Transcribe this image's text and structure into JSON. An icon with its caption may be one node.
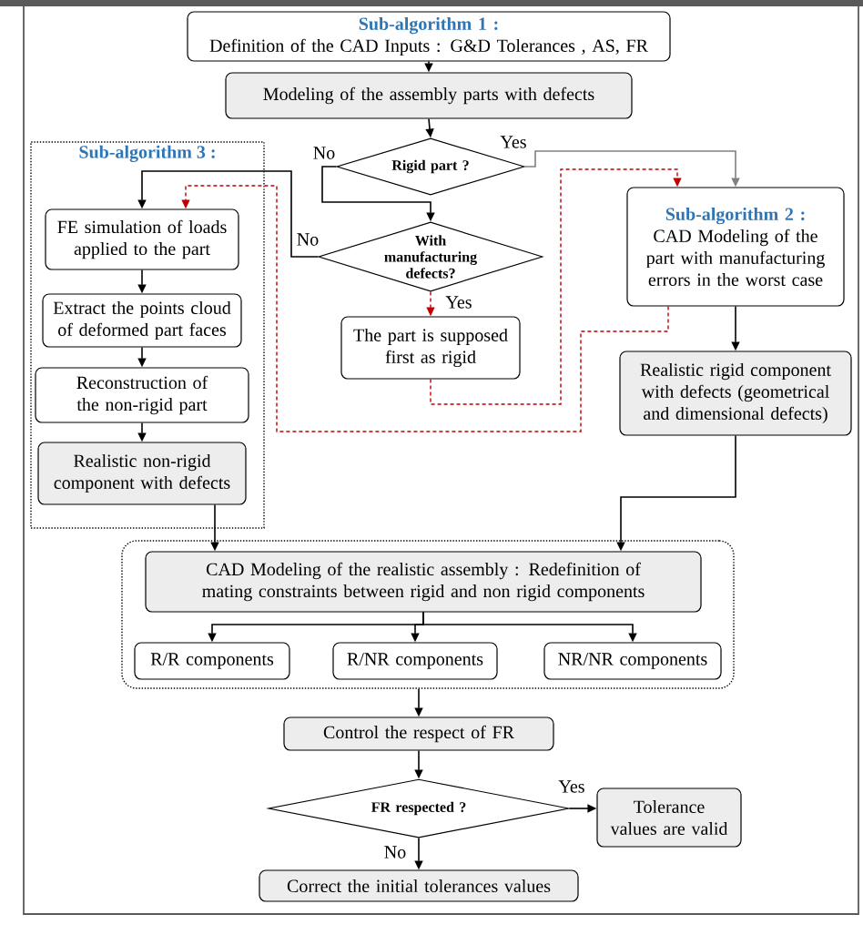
{
  "diagram": {
    "nodes": [
      {
        "text": [
          "Sub-algorithm 1 :",
          "Definition of the CAD Inputs : G&D Tolerances , AS, FR"
        ]
      },
      {
        "text": [
          "Modeling of the assembly parts with defects"
        ]
      },
      {
        "text": [
          "Rigid part ?"
        ]
      },
      {
        "text": [
          "Sub-algorithm 3 :"
        ]
      },
      {
        "text": [
          "FE simulation of loads applied to the part"
        ],
        "in": 3
      },
      {
        "text": [
          "Extract the points cloud of deformed part faces"
        ],
        "in": 3
      },
      {
        "text": [
          "Reconstruction of the non-rigid part"
        ],
        "in": 3
      },
      {
        "text": [
          "Realistic non-rigid component with defects"
        ],
        "in": 3
      },
      {
        "text": [
          "With manufacturing defects?"
        ]
      },
      {
        "text": [
          "The part is supposed first as rigid"
        ]
      },
      {
        "text": [
          "Sub-algorithm 2 :",
          "CAD Modeling of the part with manufacturing errors in the worst case"
        ]
      },
      {
        "text": [
          "Realistic rigid component with defects (geometrical and dimensional defects)"
        ]
      },
      {
        "text": [],
        "shape": "box"
      },
      {
        "text": [
          "CAD Modeling of the realistic assembly : Redefinition of mating constraints between rigid and non rigid components"
        ],
        "in": 12
      },
      {
        "text": [
          "R/R components"
        ],
        "in": 12
      },
      {
        "text": [
          "R/NR components"
        ],
        "in": 12
      },
      {
        "text": [
          "NR/NR components"
        ],
        "in": 12
      },
      {
        "text": [
          "Control the respect of FR"
        ]
      },
      {
        "text": [
          "FR respected ?"
        ]
      },
      {
        "text": [
          "Tolerance values are valid"
        ]
      },
      {
        "text": [
          "Correct the initial tolerances values"
        ]
      }
    ],
    "edges": [
      {
        "from": 0,
        "to": 1,
        "arrow": "to"
      },
      {
        "from": 1,
        "to": 2,
        "arrow": "to"
      },
      {
        "from": 2,
        "to": 10,
        "arrow": "to",
        "label": "Yes",
        "color": "#808080"
      },
      {
        "from": 2,
        "to": 8,
        "arrow": "to",
        "label": "No"
      },
      {
        "from": 8,
        "to": 4,
        "arrow": "to",
        "label": "No"
      },
      {
        "from": 8,
        "to": 9,
        "arrow": "to",
        "label": "Yes",
        "style": "dashed",
        "color": "#c00000"
      },
      {
        "from": 9,
        "to": 10,
        "arrow": "to",
        "style": "dashed",
        "color": "#c00000"
      },
      {
        "from": 10,
        "to": 4,
        "arrow": "to",
        "style": "dashed",
        "color": "#c00000"
      },
      {
        "from": 4,
        "to": 5,
        "arrow": "to"
      },
      {
        "from": 5,
        "to": 6,
        "arrow": "to"
      },
      {
        "from": 6,
        "to": 7,
        "arrow": "to"
      },
      {
        "from": 10,
        "to": 11,
        "arrow": "to"
      },
      {
        "from": 7,
        "to": 13,
        "arrow": "to"
      },
      {
        "from": 11,
        "to": 13,
        "arrow": "to"
      },
      {
        "from": 13,
        "to": 14,
        "arrow": "to"
      },
      {
        "from": 13,
        "to": 15,
        "arrow": "to"
      },
      {
        "from": 13,
        "to": 16,
        "arrow": "to"
      },
      {
        "from": 12,
        "to": 17,
        "arrow": "to"
      },
      {
        "from": 17,
        "to": 18,
        "arrow": "to"
      },
      {
        "from": 18,
        "to": 19,
        "arrow": "to",
        "label": "Yes"
      },
      {
        "from": 18,
        "to": 20,
        "arrow": "to",
        "label": "No"
      }
    ]
  }
}
